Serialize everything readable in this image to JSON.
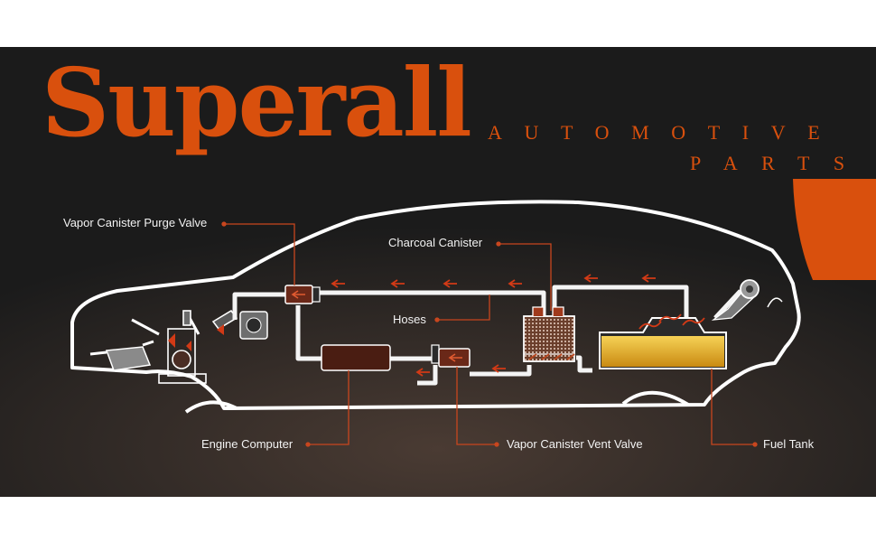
{
  "brand": {
    "name": "Superall",
    "tagline_line1": "AUTOMOTIVE",
    "tagline_line2": "PARTS",
    "accent_color": "#d9500d"
  },
  "diagram": {
    "labels": {
      "purge_valve": "Vapor Canister Purge Valve",
      "charcoal_canister": "Charcoal Canister",
      "hoses": "Hoses",
      "engine_computer": "Engine Computer",
      "vent_valve": "Vapor Canister Vent Valve",
      "fuel_tank": "Fuel Tank"
    },
    "colors": {
      "outline": "#ffffff",
      "arrow": "#d23a16",
      "leader": "#c8461e",
      "fuel": "#e9b52a"
    }
  }
}
